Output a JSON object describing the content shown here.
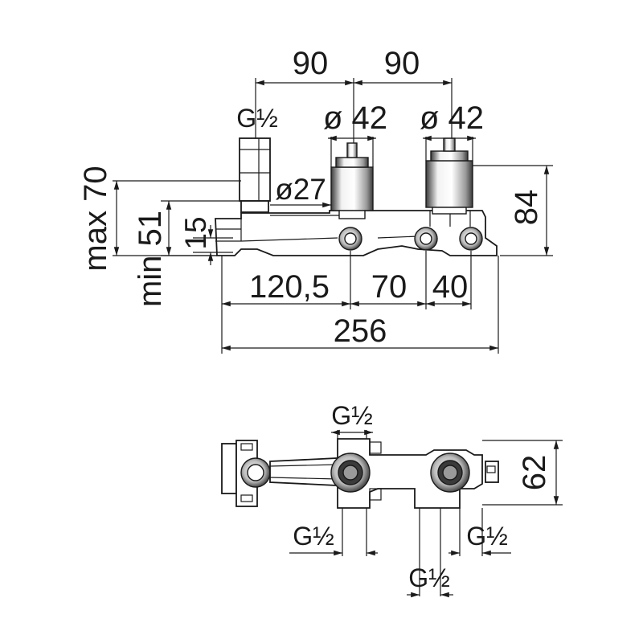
{
  "dimensions": {
    "top_span_left": "90",
    "top_span_right": "90",
    "dia_left": "ø 42",
    "dia_right": "ø 42",
    "dia_inner": "ø27",
    "thread_top": "G½",
    "height_right": "84",
    "max_depth": "max 70",
    "min_depth": "min 51",
    "offset": "15",
    "span_a": "120,5",
    "span_b": "70",
    "span_c": "40",
    "overall": "256",
    "plan_depth": "62",
    "thread_plan_top": "G½",
    "thread_plan_left": "G½",
    "thread_plan_center": "G½",
    "thread_plan_right": "G½"
  },
  "colors": {
    "line": "#1a1a1a",
    "metal_light": "#f2f2f2",
    "metal_mid": "#9a9a9a",
    "metal_dark": "#3a3a3a"
  }
}
